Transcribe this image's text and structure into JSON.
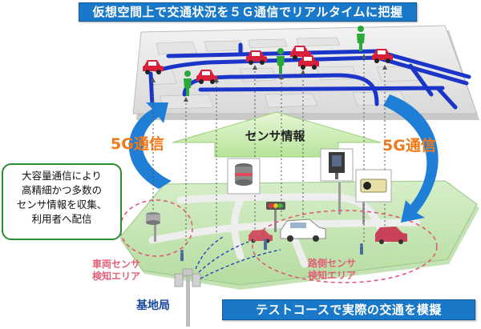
{
  "title_top": "仮想空間上で交通状況を５Ｇ通信でリアルタイムに把握",
  "title_bottom": "テストコースで実際の交通を模擬",
  "sensor_info_label": "センサ情報",
  "comm_left_label": "5G通信",
  "comm_right_label": "5G通信",
  "callout_lines": [
    "大容量通信により",
    "高精細かつ多数の",
    "センサ情報を収集、",
    "利用者へ配信"
  ],
  "vehicle_area_lines": [
    "車両センサ",
    "検知エリア"
  ],
  "roadside_area_lines": [
    "路側センサ",
    "検知エリア"
  ],
  "base_station_label": "基地局",
  "colors": {
    "banner": "#1a78c8",
    "road_virtual": "#1a35c8",
    "car_virtual": "#d9203a",
    "pedestrian": "#2aa83a",
    "comm_arrow": "#1f7fd6",
    "sensor_arrow": "#c8ecb0",
    "area_dash": "#e05a78",
    "comm_text": "#f07a1a"
  }
}
